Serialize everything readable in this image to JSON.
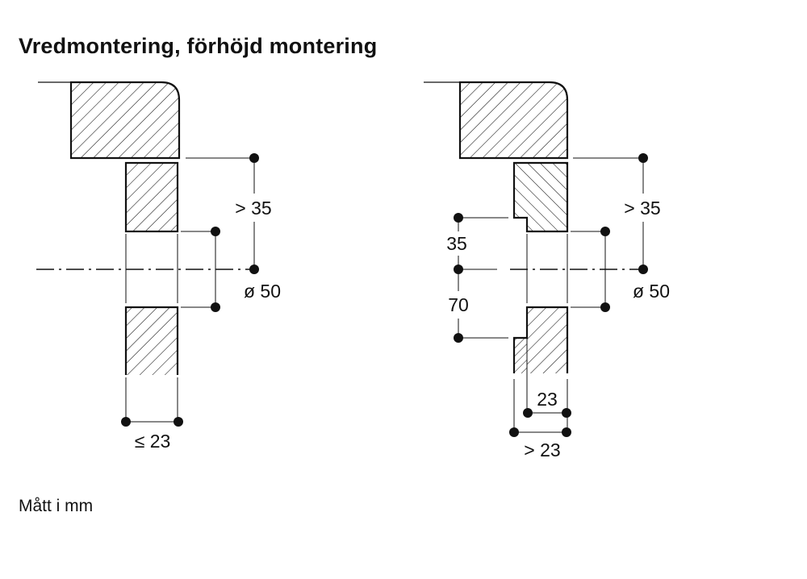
{
  "title": "Vredmontering, förhöjd montering",
  "footer": "Mått i mm",
  "left_diagram": {
    "gap_label": "> 35",
    "diameter_label": "ø 50",
    "thickness_label": "≤ 23"
  },
  "right_diagram": {
    "gap_label": "> 35",
    "diameter_label": "ø 50",
    "upper_offset_label": "35",
    "lower_offset_label": "70",
    "inner_thickness_label": "23",
    "total_thickness_label": "> 23"
  },
  "colors": {
    "ink": "#111111",
    "background": "#ffffff"
  }
}
